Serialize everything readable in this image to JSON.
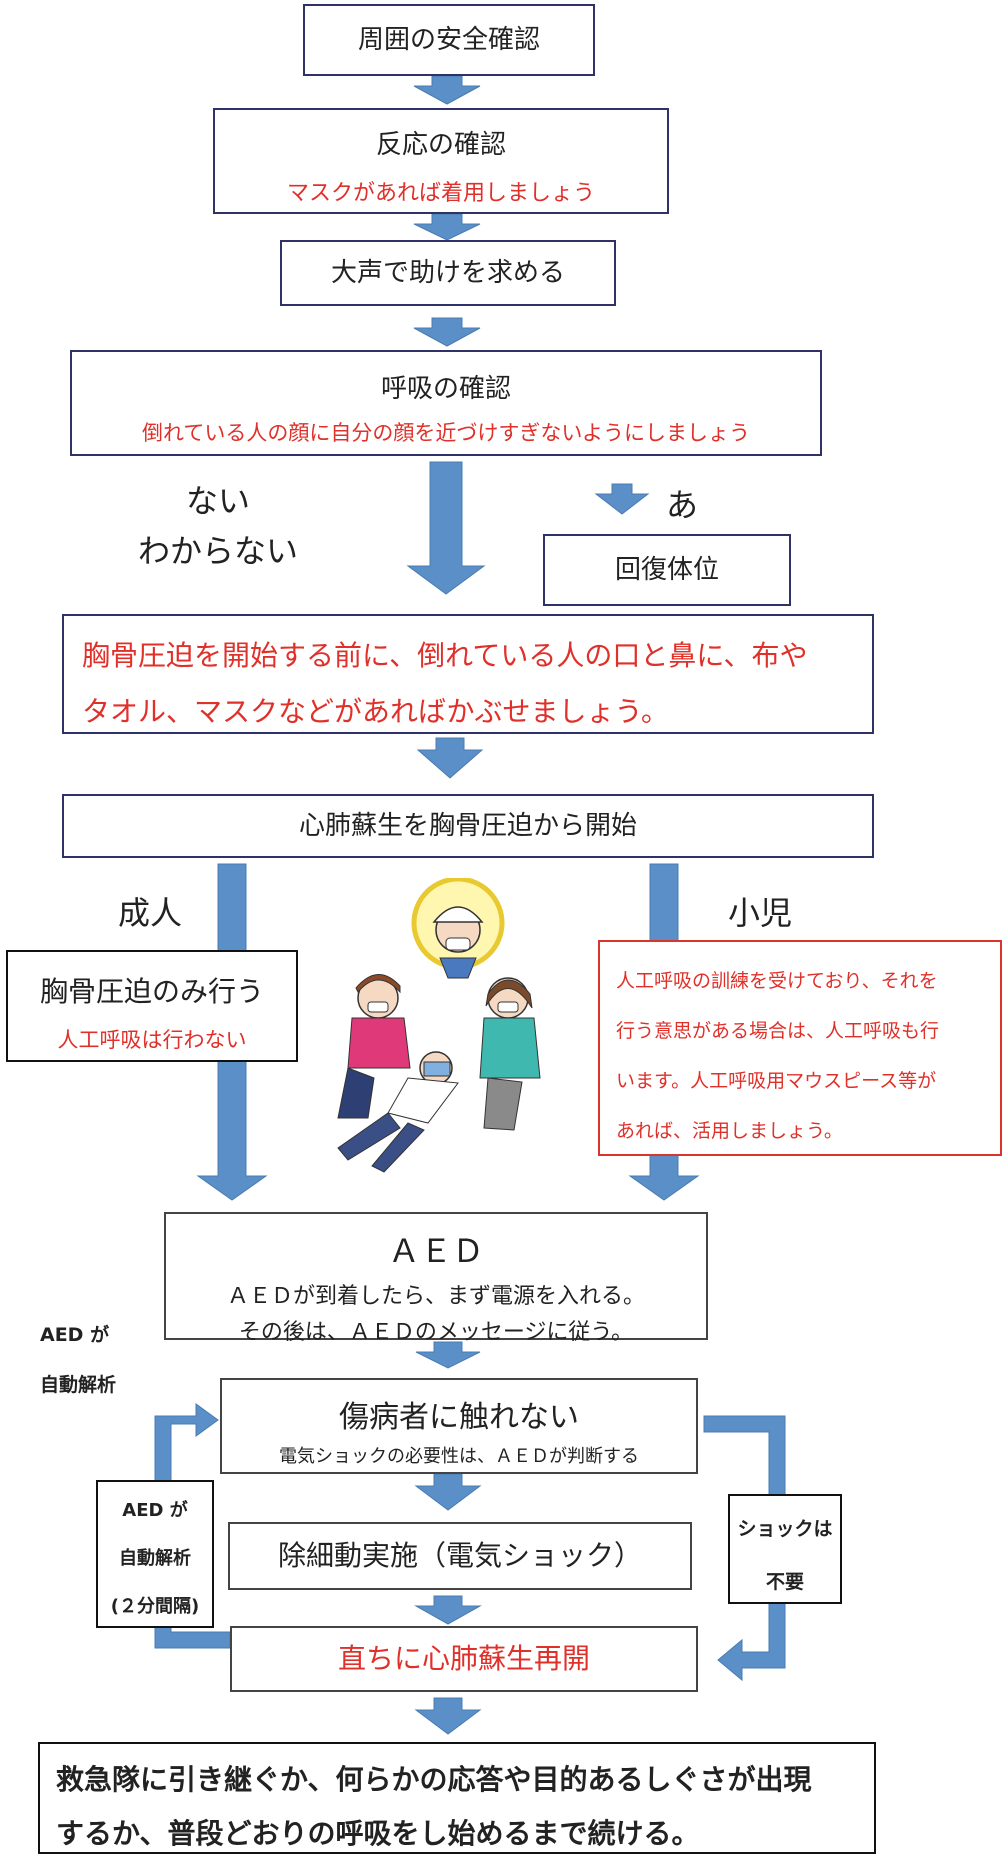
{
  "steps": {
    "safety": "周囲の安全確認",
    "response": {
      "title": "反応の確認",
      "note": "マスクがあれば着用しましょう"
    },
    "call_help": "大声で助けを求める",
    "breathing": {
      "title": "呼吸の確認",
      "note": "倒れている人の顔に自分の顔を近づけすぎないようにしましょう"
    },
    "none_label_1": "ない",
    "none_label_2": "わからない",
    "yes_label": "あ",
    "recovery": "回復体位",
    "cover_warning_1": "胸骨圧迫を開始する前に、倒れている人の口と鼻に、布や",
    "cover_warning_2": "タオル、マスクなどがあればかぶせましょう。",
    "cpr_start": "心肺蘇生を胸骨圧迫から開始",
    "adult_label": "成人",
    "child_label": "小児",
    "adult_box": {
      "title": "胸骨圧迫のみ行う",
      "note": "人工呼吸は行わない"
    },
    "child_box": [
      "人工呼吸の訓練を受けており、それを",
      "行う意思がある場合は、人工呼吸も行",
      "います。人工呼吸用マウスピース等が",
      "あれば、活用しましょう。"
    ],
    "aed": {
      "title": "ＡＥＤ",
      "line1": "ＡＥＤが到着したら、まず電源を入れる。",
      "line2": "その後は、ＡＥＤのメッセージに従う。"
    },
    "aed_auto_label": [
      "AED が",
      "自動解析"
    ],
    "no_touch": {
      "title": "傷病者に触れない",
      "note": "電気ショックの必要性は、ＡＥＤが判断する"
    },
    "defib": "除細動実施（電気ショック）",
    "resume": "直ちに心肺蘇生再開",
    "loop_box": [
      "AED が",
      "自動解析",
      "(２分間隔)"
    ],
    "no_shock_box": [
      "ショックは",
      "不要"
    ],
    "final_1": "救急隊に引き継ぐか、何らかの応答や目的あるしぐさが出現",
    "final_2": "するか、普段どおりの呼吸をし始めるまで続ける。"
  },
  "colors": {
    "arrow": "#5a8fc8",
    "box_border": "#2e3267",
    "red_text": "#e0302a"
  }
}
